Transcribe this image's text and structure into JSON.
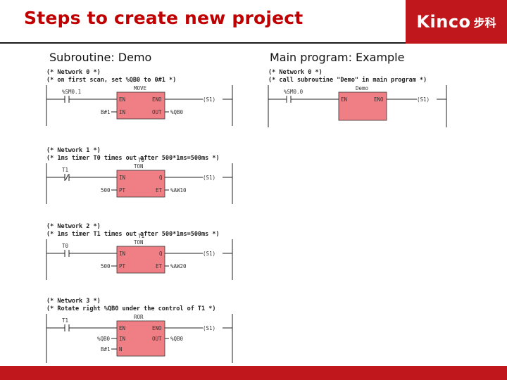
{
  "slide": {
    "title": "Steps to create new project",
    "logo": {
      "brand": "Kinco",
      "cn": "步科"
    },
    "left_heading": "Subroutine: Demo",
    "right_heading": "Main program: Example"
  },
  "networks": [
    {
      "comment1": "(* Network 0 *)",
      "comment2": "(* on first scan, set %QB0 to 0#1 *)",
      "contact": "%SM0.1",
      "block": "MOVE",
      "in_pins": [
        "EN",
        "IN"
      ],
      "out_pins": [
        "ENO",
        "OUT"
      ],
      "in_vals": [
        "",
        "B#1"
      ],
      "out_vals": [
        "",
        "%QB0"
      ],
      "coil": "(S1)"
    },
    {
      "comment1": "(* Network 1 *)",
      "comment2": "(* 1ms timer T0 times out after 500*1ms=500ms *)",
      "contact": "T1",
      "contact_type": "/",
      "block_top": "T0",
      "block": "TON",
      "in_pins": [
        "IN",
        "PT"
      ],
      "out_pins": [
        "Q",
        "ET"
      ],
      "in_vals": [
        "",
        "500"
      ],
      "out_vals": [
        "",
        "%AW10"
      ],
      "coil": "(S1)"
    },
    {
      "comment1": "(* Network 2 *)",
      "comment2": "(* 1ms timer T1 times out after 500*1ms=500ms *)",
      "contact": "T0",
      "block_top": "T1",
      "block": "TON",
      "in_pins": [
        "IN",
        "PT"
      ],
      "out_pins": [
        "Q",
        "ET"
      ],
      "in_vals": [
        "",
        "500"
      ],
      "out_vals": [
        "",
        "%AW20"
      ],
      "coil": "(S1)"
    },
    {
      "comment1": "(* Network 3 *)",
      "comment2": "(* Rotate right %QB0 under the control of T1 *)",
      "contact": "T1",
      "block": "ROR",
      "in_pins": [
        "EN",
        "IN",
        "N"
      ],
      "out_pins": [
        "ENO",
        "OUT"
      ],
      "in_vals": [
        "",
        "%QB0",
        "B#1"
      ],
      "out_vals": [
        "",
        "%QB0"
      ],
      "coil": "(S1)"
    }
  ],
  "main_network": {
    "comment1": "(* Network 0 *)",
    "comment2": "(* call subroutine \"Demo\" in main program *)",
    "contact": "%SM0.0",
    "block": "Demo",
    "in_pins": [
      "EN"
    ],
    "out_pins": [
      "ENO"
    ],
    "coil": "(S1)"
  },
  "colors": {
    "accent": "#c00000",
    "brand_red": "#c0171d",
    "block_fill": "#ef7f84"
  }
}
